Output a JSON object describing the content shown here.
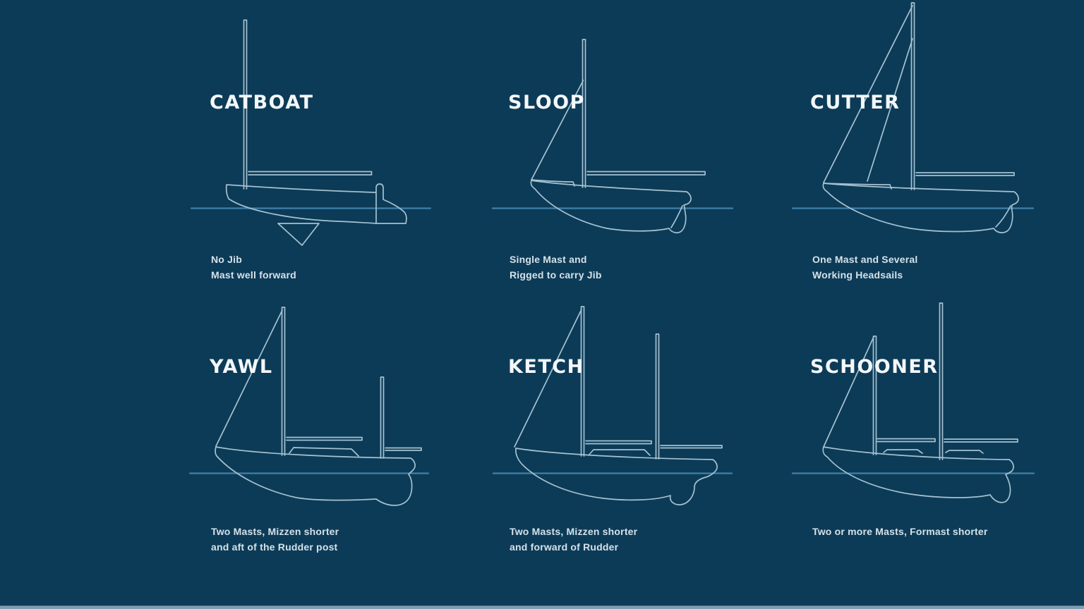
{
  "colors": {
    "bg": "#0c3b57",
    "line": "#a6c2d2",
    "waterline": "#4080a8",
    "title": "#f3f7f9",
    "desc": "#d5e1e9",
    "footer": "#7f9eb3"
  },
  "cards": [
    {
      "id": "catboat",
      "title": "CATBOAT",
      "desc": [
        "No Jib",
        "Mast well forward"
      ]
    },
    {
      "id": "sloop",
      "title": "SLOOP",
      "desc": [
        "Single Mast and",
        "Rigged to carry Jib"
      ]
    },
    {
      "id": "cutter",
      "title": "CUTTER",
      "desc": [
        "One Mast and Several",
        "Working Headsails"
      ]
    },
    {
      "id": "yawl",
      "title": "YAWL",
      "desc": [
        "Two Masts, Mizzen shorter",
        "and aft of the Rudder post"
      ]
    },
    {
      "id": "ketch",
      "title": "KETCH",
      "desc": [
        "Two Masts, Mizzen shorter",
        "and forward of Rudder"
      ]
    },
    {
      "id": "schooner",
      "title": "SCHOONER",
      "desc": [
        "Two or more Masts, Formast shorter"
      ]
    }
  ]
}
